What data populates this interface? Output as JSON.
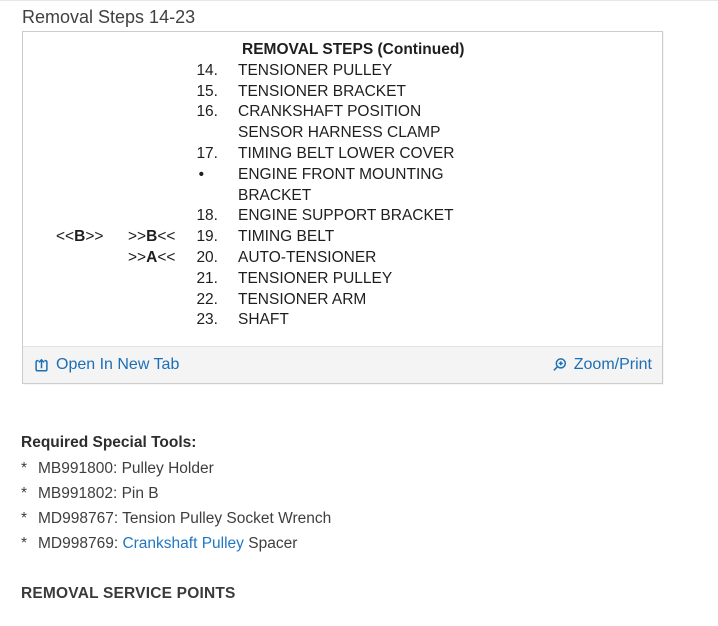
{
  "page": {
    "title": "Removal Steps 14-23"
  },
  "panel": {
    "image_heading": "REMOVAL STEPS (Continued)",
    "steps": [
      {
        "num": "14.",
        "text": "TENSIONER PULLEY"
      },
      {
        "num": "15.",
        "text": "TENSIONER BRACKET"
      },
      {
        "num": "16.",
        "text": "CRANKSHAFT POSITION",
        "text2": "SENSOR HARNESS CLAMP"
      },
      {
        "num": "17.",
        "text": "TIMING BELT LOWER COVER"
      },
      {
        "num": "•",
        "text": "ENGINE FRONT MOUNTING",
        "text2": "BRACKET"
      },
      {
        "num": "18.",
        "text": "ENGINE SUPPORT BRACKET"
      },
      {
        "num": "19.",
        "text": "TIMING BELT",
        "m1l": "<<",
        "m1c": "B",
        "m1r": ">>",
        "m2l": ">>",
        "m2c": "B",
        "m2r": "<<"
      },
      {
        "num": "20.",
        "text": "AUTO-TENSIONER",
        "m2l": ">>",
        "m2c": "A",
        "m2r": "<<"
      },
      {
        "num": "21.",
        "text": "TENSIONER PULLEY"
      },
      {
        "num": "22.",
        "text": "TENSIONER ARM"
      },
      {
        "num": "23.",
        "text": "SHAFT"
      }
    ],
    "footer": {
      "open_in_new_tab_label": "Open In New Tab",
      "zoom_print_label": "Zoom/Print"
    }
  },
  "tools": {
    "heading": "Required Special Tools:",
    "items": [
      {
        "bullet": "*",
        "code": "MB991800:",
        "rest": " Pulley Holder"
      },
      {
        "bullet": "*",
        "code": "MB991802:",
        "rest": " Pin B"
      },
      {
        "bullet": "*",
        "code": "MD998767:",
        "rest": " Tension Pulley Socket Wrench"
      },
      {
        "bullet": "*",
        "code": "MD998769: ",
        "link": "Crankshaft Pulley",
        "rest": " Spacer"
      }
    ]
  },
  "service_points_heading": "REMOVAL SERVICE POINTS",
  "colors": {
    "link_blue": "#1d6fb5",
    "tool_link_blue": "#2277c3",
    "footer_bg": "#f4f4f4",
    "panel_border": "#cccccc"
  }
}
